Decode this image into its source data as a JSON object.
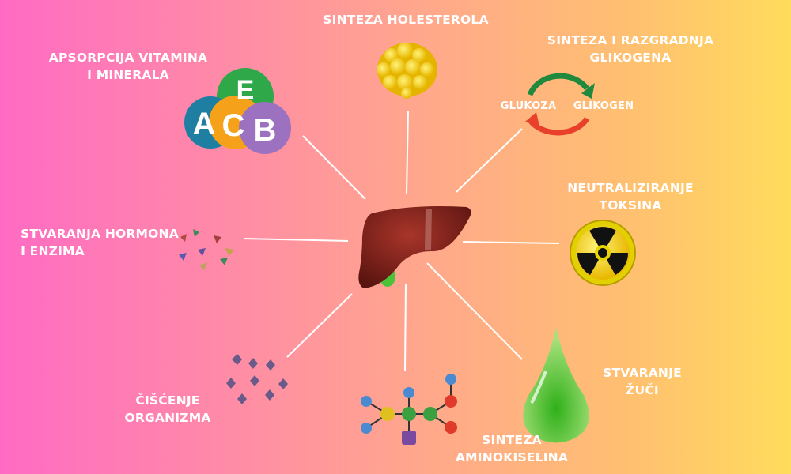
{
  "labels": {
    "holesterol": "SINTEZA HOLESTEROLA",
    "glikogen_1": "SINTEZA I RAZGRADNJA",
    "glikogen_2": "GLIKOGENA",
    "glukoza": "GLUKOZA",
    "glikogen_word": "GLIKOGEN",
    "vitamini_1": "APSORPCIJA VITAMINA",
    "vitamini_2": "I MINERALA",
    "toksini_1": "NEUTRALIZIRANJE",
    "toksini_2": "TOKSINA",
    "hormoni_1": "STVARANJA HORMONA",
    "hormoni_2": "I ENZIMA",
    "zuc_1": "STVARANJE",
    "zuc_2": "ŽUČI",
    "ciscenje_1": "ČIŠĆENJE",
    "ciscenje_2": "ORGANIZMA",
    "amino_1": "SINTEZA",
    "amino_2": "AMINOKISELINA"
  },
  "vitamins": {
    "a": "A",
    "c": "C",
    "e": "E",
    "b": "B"
  },
  "colors": {
    "liver": "#8e2a22",
    "arrow_green": "#1f8a3e",
    "arrow_red": "#e8402a",
    "bile": "#5fcf3c"
  }
}
